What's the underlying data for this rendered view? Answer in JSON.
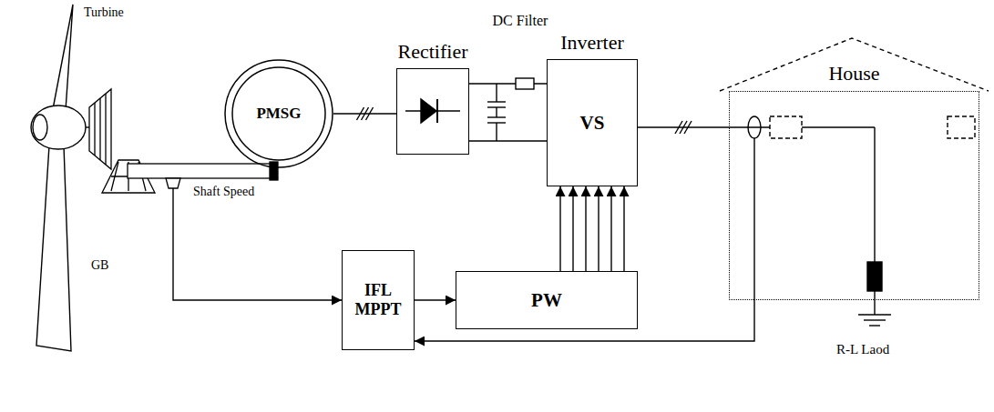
{
  "diagram": {
    "nodes": [
      {
        "text": [
          "PMSG"
        ]
      },
      {
        "text": [
          "Rectifier"
        ]
      },
      {
        "text": [
          "Inverter",
          "VS"
        ]
      },
      {
        "text": [
          "House"
        ]
      },
      {
        "text": [
          "IFL MPPT"
        ]
      },
      {
        "text": [
          "PW"
        ]
      }
    ],
    "edges": [
      {
        "from": 0,
        "to": 1,
        "arrow": "none"
      },
      {
        "from": 1,
        "to": 2,
        "arrow": "none"
      },
      {
        "from": 2,
        "to": 3,
        "arrow": "none"
      },
      {
        "from": 4,
        "to": 5,
        "arrow": "to"
      },
      {
        "from": 5,
        "to": 2,
        "arrow": "to"
      }
    ],
    "labels": [
      "Turbine",
      "GB",
      "Shaft Speed",
      "DC Filter",
      "R-L Laod"
    ]
  }
}
